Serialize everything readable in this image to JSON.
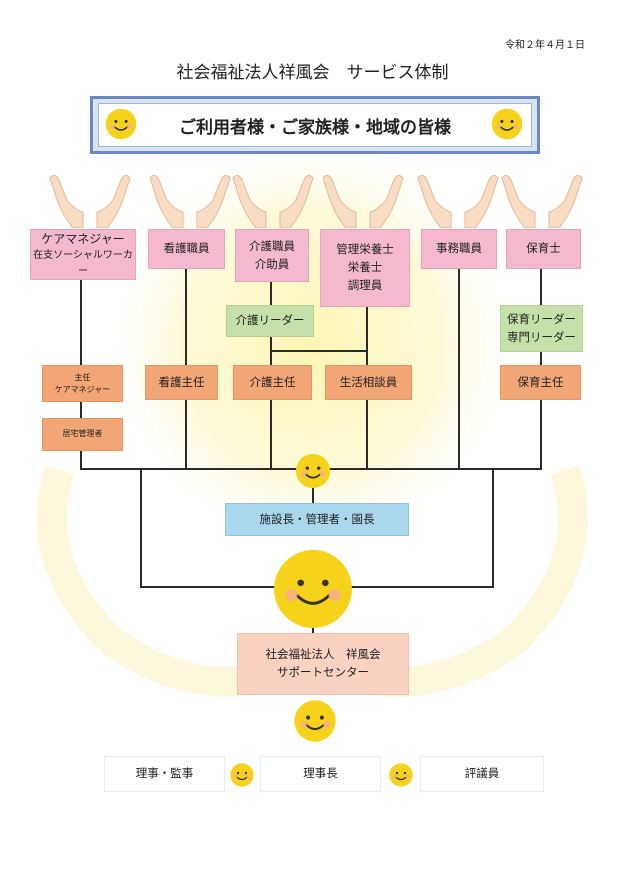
{
  "date": "令和２年４月１日",
  "title": "社会福祉法人祥風会　サービス体制",
  "banner": "ご利用者様・ご家族様・地域の皆様",
  "staff_row": {
    "care_manager": {
      "line1": "ケアマネジャー",
      "line2": "在支ソーシャルワーカー"
    },
    "nurse": "看護職員",
    "care_worker": {
      "line1": "介護職員",
      "line2": "介助員"
    },
    "nutrition": {
      "line1": "管理栄養士",
      "line2": "栄養士",
      "line3": "調理員"
    },
    "office": "事務職員",
    "nursery": "保育士"
  },
  "leaders": {
    "care_leader": "介護リーダー",
    "nursery_leader": {
      "line1": "保育リーダー",
      "line2": "専門リーダー"
    }
  },
  "chiefs": {
    "chief_cm": {
      "line1": "主任",
      "line2": "ケアマネジャー"
    },
    "home_manager": "居宅管理者",
    "nurse_chief": "看護主任",
    "care_chief": "介護主任",
    "life_consultant": "生活相談員",
    "nursery_chief": "保育主任"
  },
  "director": "施設長・管理者・園長",
  "support": {
    "line1": "社会福祉法人　祥風会",
    "line2": "サポートセンター"
  },
  "board": {
    "left": "理事・監事",
    "center": "理事長",
    "right": "評議員"
  },
  "colors": {
    "pink": "#f4b8cf",
    "green": "#c6e0a9",
    "orange": "#f2a676",
    "blue": "#a9d7ec",
    "peach": "#f9d2c2",
    "banner_border": "#6b88c6",
    "smiley": "#f7d21b"
  }
}
